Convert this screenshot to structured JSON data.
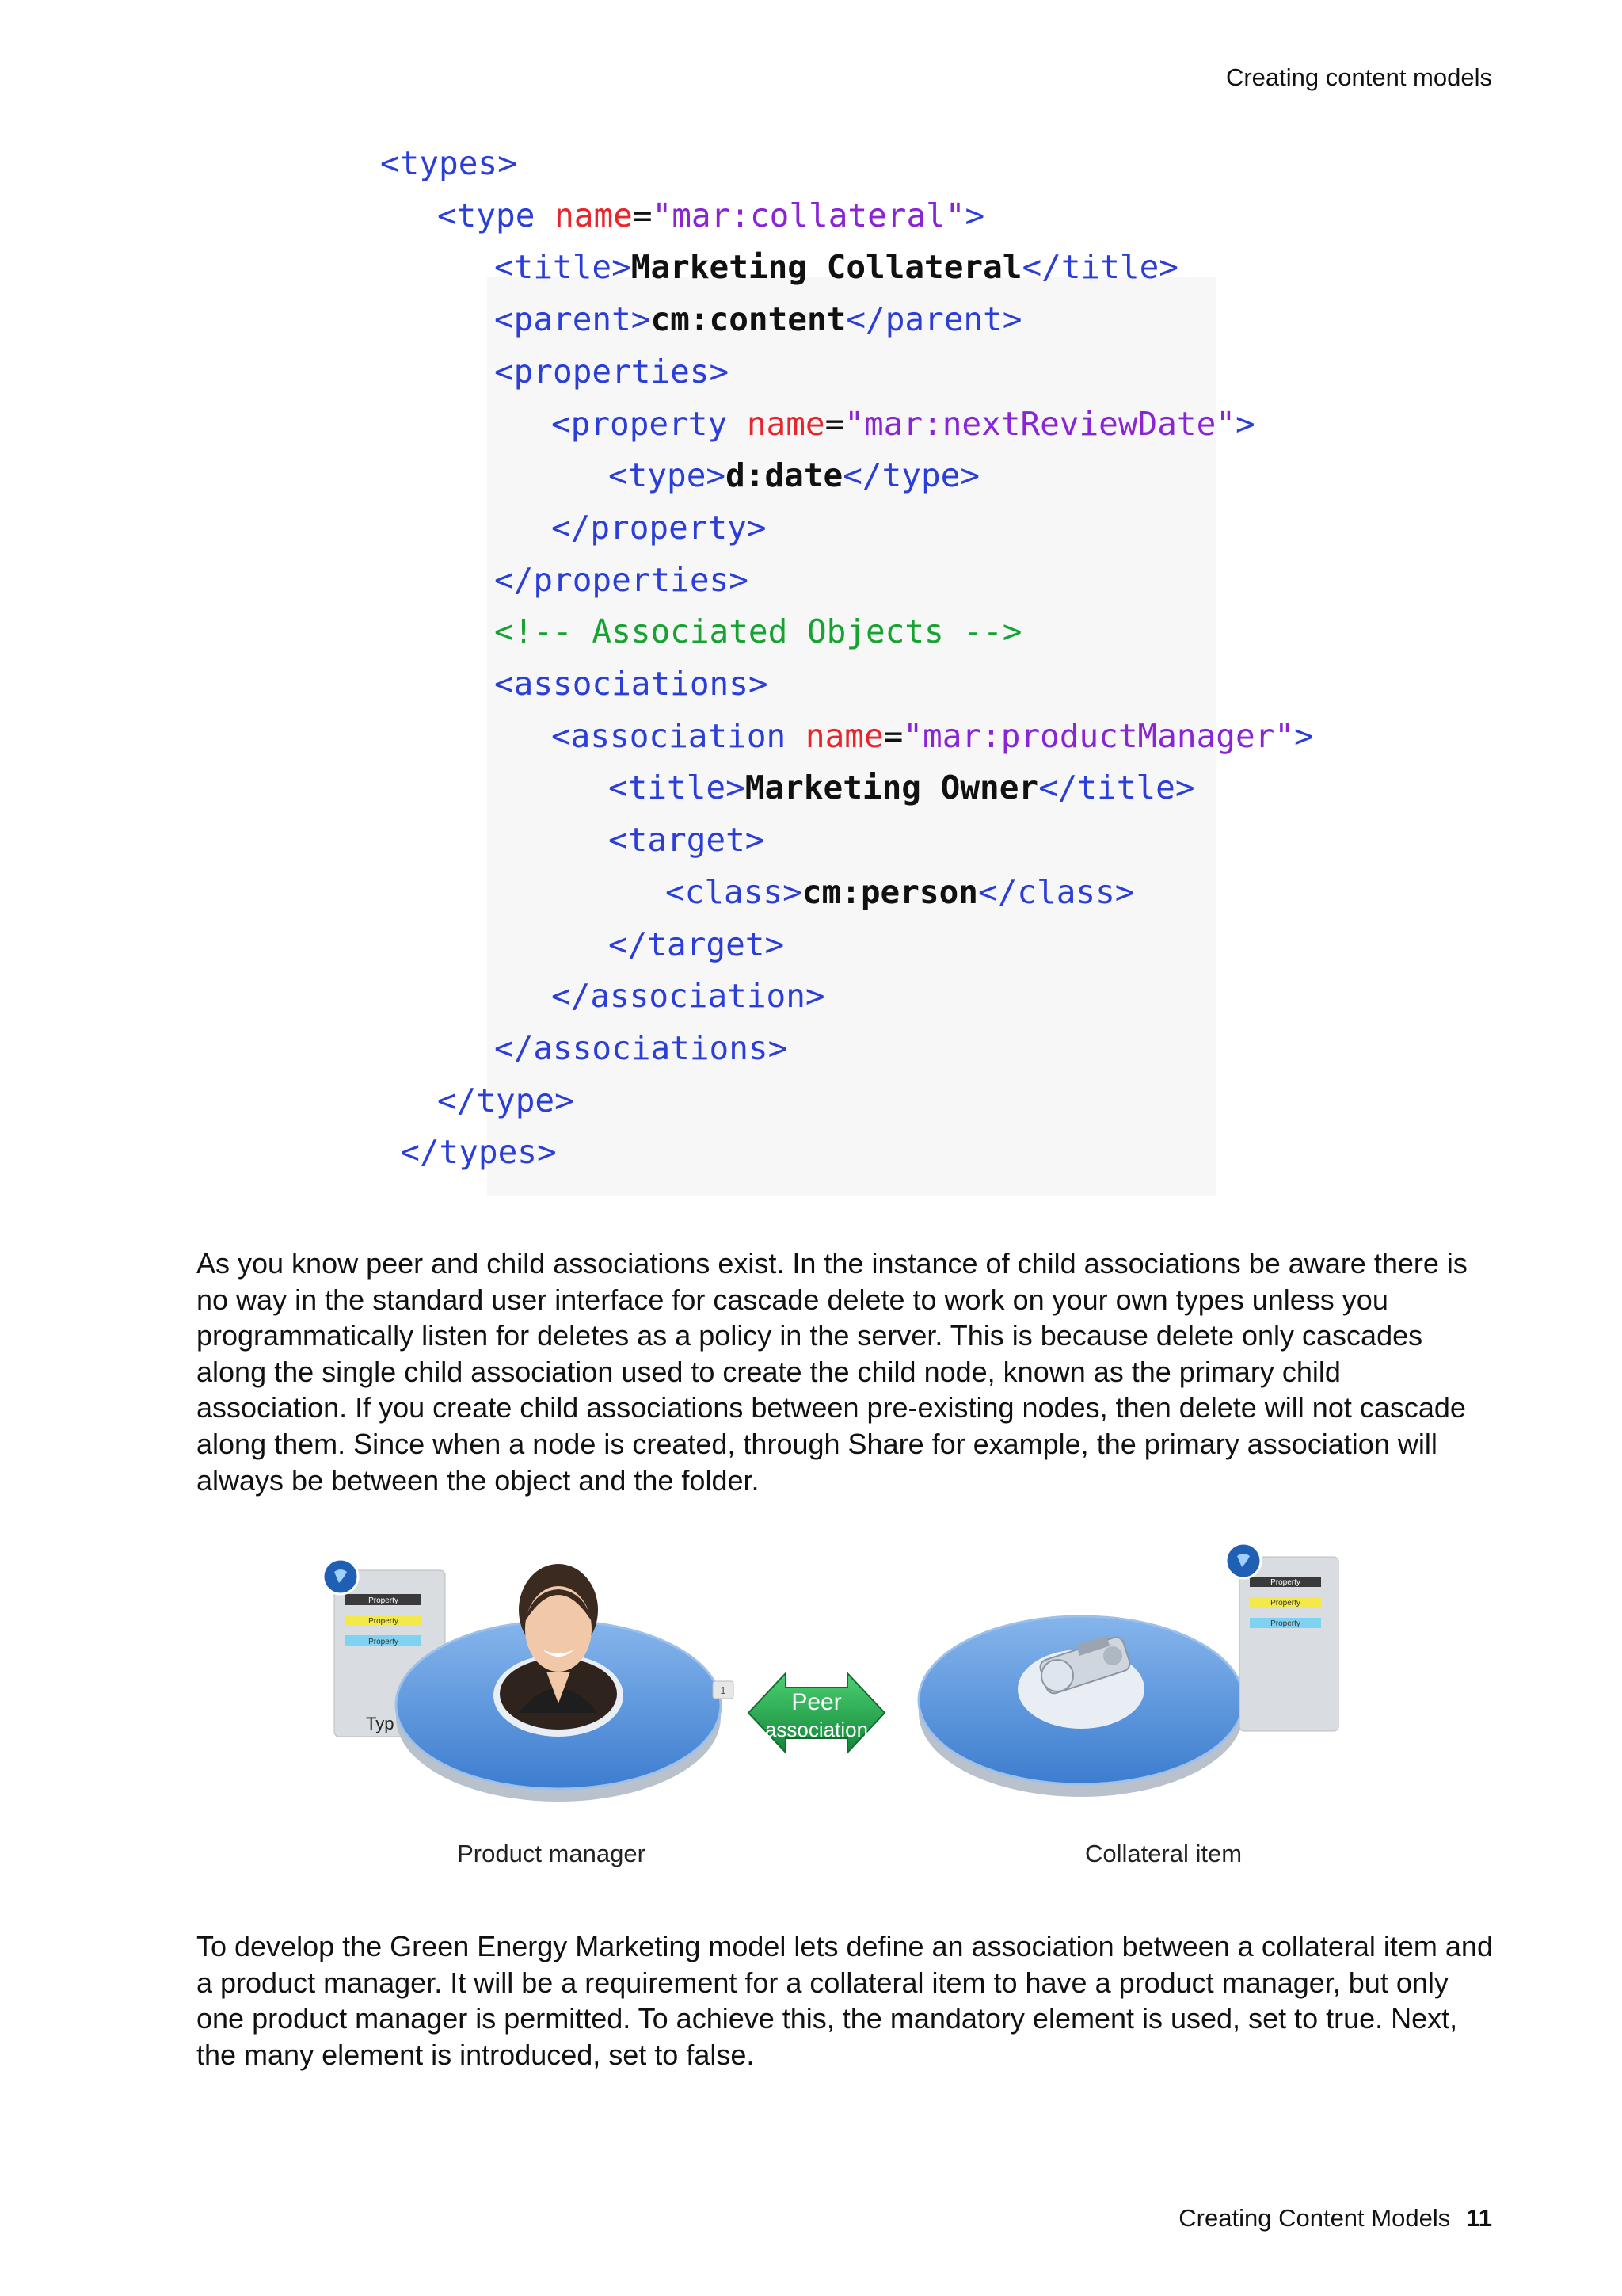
{
  "header": {
    "title": "Creating content models"
  },
  "code": {
    "lines": [
      [
        {
          "c": "tag",
          "t": "<types>"
        }
      ],
      [
        {
          "c": "tag",
          "t": "<type "
        },
        {
          "c": "attr",
          "t": "name"
        },
        {
          "c": "eq",
          "t": "="
        },
        {
          "c": "val",
          "t": "\"mar:collateral\""
        },
        {
          "c": "tag",
          "t": ">"
        }
      ],
      [
        {
          "c": "tag",
          "t": "<title>"
        },
        {
          "c": "text",
          "t": "Marketing Collateral"
        },
        {
          "c": "tag",
          "t": "</title>"
        }
      ],
      [
        {
          "c": "tag",
          "t": "<parent>"
        },
        {
          "c": "text",
          "t": "cm:content"
        },
        {
          "c": "tag",
          "t": "</parent>"
        }
      ],
      [
        {
          "c": "tag",
          "t": "<properties>"
        }
      ],
      [
        {
          "c": "tag",
          "t": "<property "
        },
        {
          "c": "attr",
          "t": "name"
        },
        {
          "c": "eq",
          "t": "="
        },
        {
          "c": "val",
          "t": "\"mar:nextReviewDate\""
        },
        {
          "c": "tag",
          "t": ">"
        }
      ],
      [
        {
          "c": "tag",
          "t": "<type>"
        },
        {
          "c": "text",
          "t": "d:date"
        },
        {
          "c": "tag",
          "t": "</type>"
        }
      ],
      [
        {
          "c": "tag",
          "t": "</property>"
        }
      ],
      [
        {
          "c": "tag",
          "t": "</properties>"
        }
      ],
      [
        {
          "c": "comment",
          "t": "<!-- Associated Objects -->"
        }
      ],
      [
        {
          "c": "tag",
          "t": "<associations>"
        }
      ],
      [
        {
          "c": "tag",
          "t": "<association "
        },
        {
          "c": "attr",
          "t": "name"
        },
        {
          "c": "eq",
          "t": "="
        },
        {
          "c": "val",
          "t": "\"mar:productManager\""
        },
        {
          "c": "tag",
          "t": ">"
        }
      ],
      [
        {
          "c": "tag",
          "t": "<title>"
        },
        {
          "c": "text",
          "t": "Marketing Owner"
        },
        {
          "c": "tag",
          "t": "</title>"
        }
      ],
      [
        {
          "c": "tag",
          "t": "<target>"
        }
      ],
      [
        {
          "c": "tag",
          "t": "<class>"
        },
        {
          "c": "text",
          "t": "cm:person"
        },
        {
          "c": "tag",
          "t": "</class>"
        }
      ],
      [
        {
          "c": "tag",
          "t": "</target>"
        }
      ],
      [
        {
          "c": "tag",
          "t": "</association>"
        }
      ],
      [
        {
          "c": "tag",
          "t": "</associations>"
        }
      ],
      [
        {
          "c": "tag",
          "t": "</type>"
        }
      ],
      [
        {
          "c": "tag",
          "t": "</types>"
        }
      ]
    ]
  },
  "paragraph1": "As you know peer and child associations exist. In the instance of child associations be aware there is no way in the standard user interface for cascade delete to work on your own types unless you programmatically listen for deletes as a policy in the server. This is because delete only cascades along the single child association used to create the child node, known as the primary child association. If you create child associations between pre-existing nodes, then delete will not cascade along them. Since when a node is created, through Share for example, the primary association will always be between the object and the folder.",
  "diagram": {
    "left_label": "Product manager",
    "right_label": "Collateral item",
    "arrow_label_1": "Peer",
    "arrow_label_2": "association",
    "badge": "1",
    "card_rows": [
      "Property",
      "Property",
      "Property"
    ],
    "card_caption": "Typ",
    "colors": {
      "disk": "#4f8fd9",
      "arrow": "#22a94a",
      "card_row_1": "#3a3a3a",
      "card_row_2": "#f3e94a",
      "card_row_3": "#7fd3f2"
    }
  },
  "paragraph2": "To develop the Green Energy Marketing model lets define an association between a collateral item and a product manager. It will be a requirement for a collateral item to have a product manager, but only one product manager is permitted. To achieve this, the mandatory element is used, set to true. Next, the many element is introduced, set to false.",
  "footer": {
    "title": "Creating Content Models",
    "page": "11"
  }
}
